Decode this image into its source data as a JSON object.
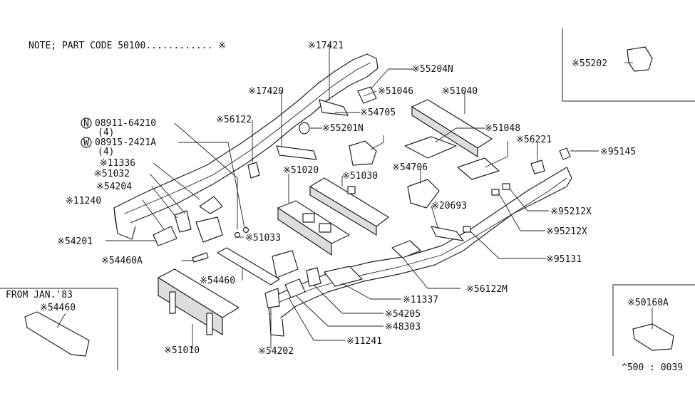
{
  "note": "NOTE; PART CODE 50100............ ※",
  "inset_from": "FROM JAN.'83",
  "inset_from_part": "※54460",
  "inset_top_right": "※55202",
  "inset_bottom_right": "※50160A",
  "footer_code": "^500 : 0039",
  "callouts": {
    "p17421": "※17421",
    "p55204N": "※55204N",
    "p17420": "※17420",
    "p51046": "※51046",
    "p51040": "※51040",
    "p54705": "※54705",
    "p56122": "※56122",
    "p55201N": "※55201N",
    "p08911": "08911-64210",
    "p08911_qty": "(4)",
    "p08915": "08915-2421A",
    "p08915_qty": "(4)",
    "p51048": "※51048",
    "p56221": "※56221",
    "p95145": "※95145",
    "p11336": "※11336",
    "p51032": "※51032",
    "p51020": "※51020",
    "p54204": "※54204",
    "p51030": "※51030",
    "p54706": "※54706",
    "p11240": "※11240",
    "p20693": "※20693",
    "p95212X_a": "※95212X",
    "p95212X_b": "※95212X",
    "p54201": "※54201",
    "p51033": "※51033",
    "p95131": "※95131",
    "p54460A": "※54460A",
    "p54460": "※54460",
    "p56122M": "※56122M",
    "p11337": "※11337",
    "p54205": "※54205",
    "p48303": "※48303",
    "p11241": "※11241",
    "p51010": "※51010",
    "p54202": "※54202"
  },
  "circle_marks": {
    "n": "N",
    "w": "W"
  }
}
